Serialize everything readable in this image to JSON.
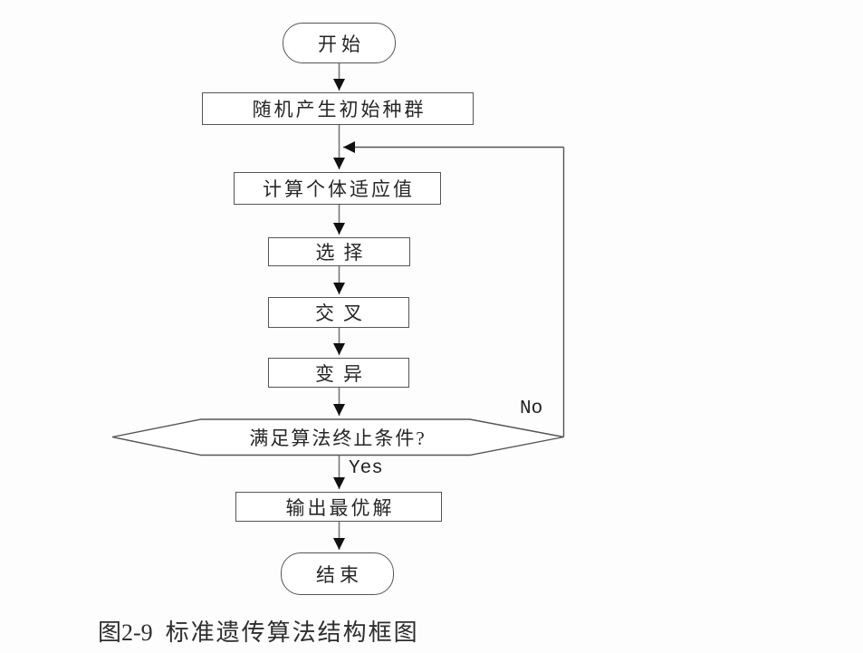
{
  "figure": {
    "caption_label": "图2-9",
    "caption_title": "标准遗传算法结构框图"
  },
  "flowchart": {
    "type": "flowchart",
    "title": "标准遗传算法结构框图",
    "nodes": [
      {
        "id": "start",
        "shape": "terminator",
        "label": "开始"
      },
      {
        "id": "init-population",
        "shape": "process",
        "label": "随机产生初始种群"
      },
      {
        "id": "fitness",
        "shape": "process",
        "label": "计算个体适应值"
      },
      {
        "id": "selection",
        "shape": "process",
        "label": "选择"
      },
      {
        "id": "crossover",
        "shape": "process",
        "label": "交叉"
      },
      {
        "id": "mutation",
        "shape": "process",
        "label": "变异"
      },
      {
        "id": "termination",
        "shape": "decision",
        "label": "满足算法终止条件?"
      },
      {
        "id": "output",
        "shape": "process",
        "label": "输出最优解"
      },
      {
        "id": "end",
        "shape": "terminator",
        "label": "结束"
      }
    ],
    "branch_labels": {
      "yes": "Yes",
      "no": "No"
    },
    "edges": [
      {
        "from": "start",
        "to": "init-population"
      },
      {
        "from": "init-population",
        "to": "fitness"
      },
      {
        "from": "fitness",
        "to": "selection"
      },
      {
        "from": "selection",
        "to": "crossover"
      },
      {
        "from": "crossover",
        "to": "mutation"
      },
      {
        "from": "mutation",
        "to": "termination"
      },
      {
        "from": "termination",
        "to": "output",
        "label": "Yes"
      },
      {
        "from": "termination",
        "to": "fitness",
        "label": "No"
      },
      {
        "from": "output",
        "to": "end"
      }
    ],
    "colors": {
      "connector": "#777777",
      "loop": "#555555",
      "border": "#555555",
      "arrowhead": "#111111",
      "text": "#262626"
    }
  }
}
